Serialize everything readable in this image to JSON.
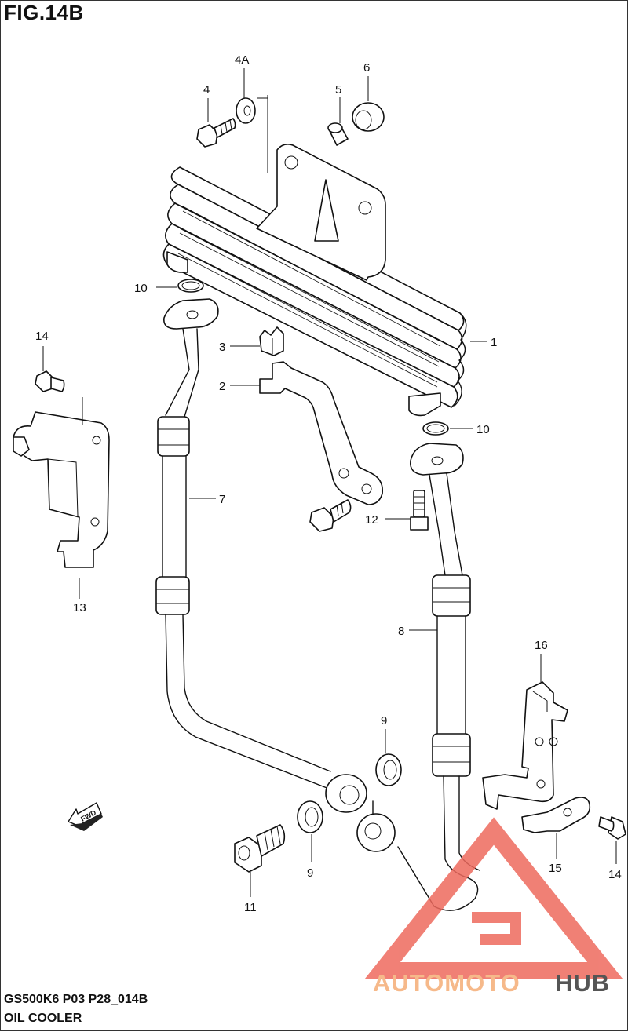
{
  "figure": {
    "title": "FIG.14B"
  },
  "callouts": {
    "c1": "1",
    "c2": "2",
    "c3": "3",
    "c4": "4",
    "c4a": "4A",
    "c5": "5",
    "c6": "6",
    "c7": "7",
    "c8": "8",
    "c9a": "9",
    "c9b": "9",
    "c10a": "10",
    "c10b": "10",
    "c11": "11",
    "c12": "12",
    "c13": "13",
    "c14a": "14",
    "c14b": "14",
    "c15": "15",
    "c16": "16"
  },
  "direction_marker": "FWD",
  "footer": {
    "model_code": "GS500K6 P03 P28_014B",
    "group_name": "OIL COOLER"
  },
  "watermark": {
    "part1": "AUTOMOTO",
    "part2": "HUB",
    "color_light": "#f6b98a",
    "color_red": "#ee6a5e",
    "color_dark": "#555555"
  }
}
